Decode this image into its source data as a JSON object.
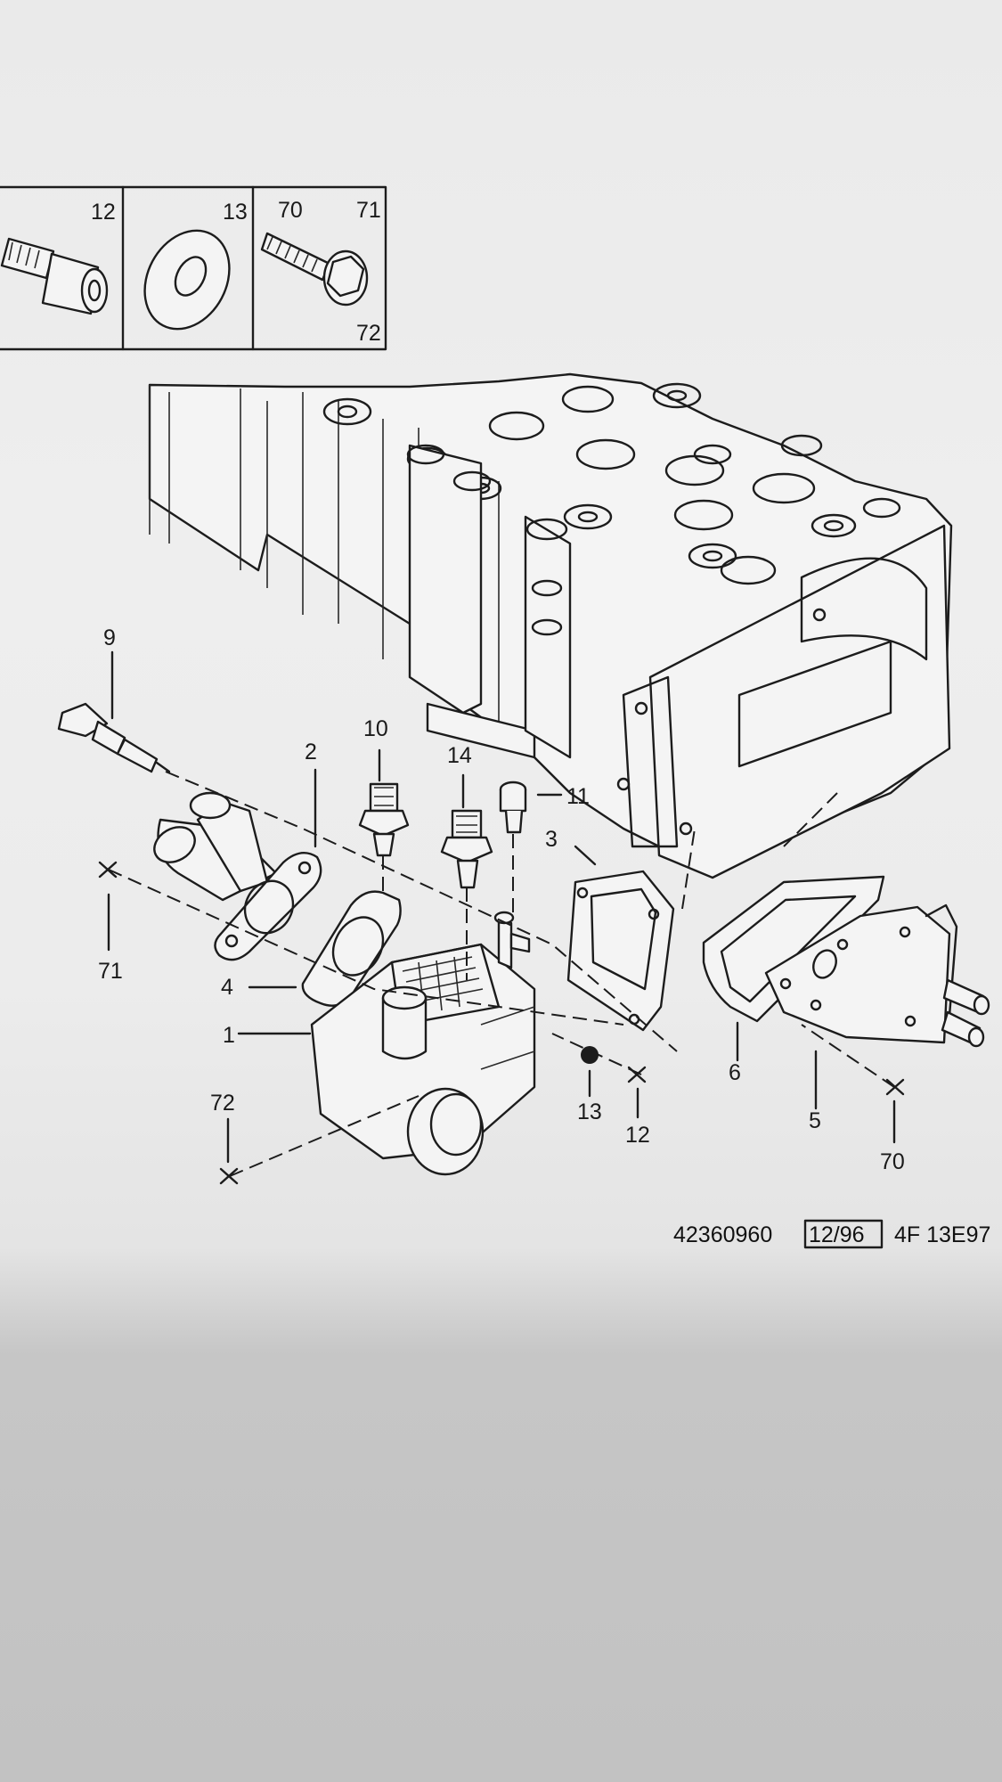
{
  "fastener_legend": {
    "boxes": [
      {
        "numbers": [
          "12"
        ],
        "icon": "cap-screw-icon"
      },
      {
        "numbers": [
          "13"
        ],
        "icon": "washer-icon"
      },
      {
        "numbers": [
          "70",
          "71",
          "72"
        ],
        "icon": "flange-bolt-icon"
      }
    ]
  },
  "callouts": {
    "c1": "1",
    "c2": "2",
    "c3": "3",
    "c4": "4",
    "c5": "5",
    "c6": "6",
    "c9": "9",
    "c10": "10",
    "c11": "11",
    "c12": "12",
    "c13": "13",
    "c14": "14",
    "c70": "70",
    "c71": "71",
    "c72": "72"
  },
  "footer": {
    "part_number": "42360960",
    "date_box": "12/96",
    "ref_code": "4F 13E97"
  },
  "colors": {
    "line": "#1c1c1c",
    "paper": "#eeeeee",
    "shadow": "#c4c4c4"
  }
}
